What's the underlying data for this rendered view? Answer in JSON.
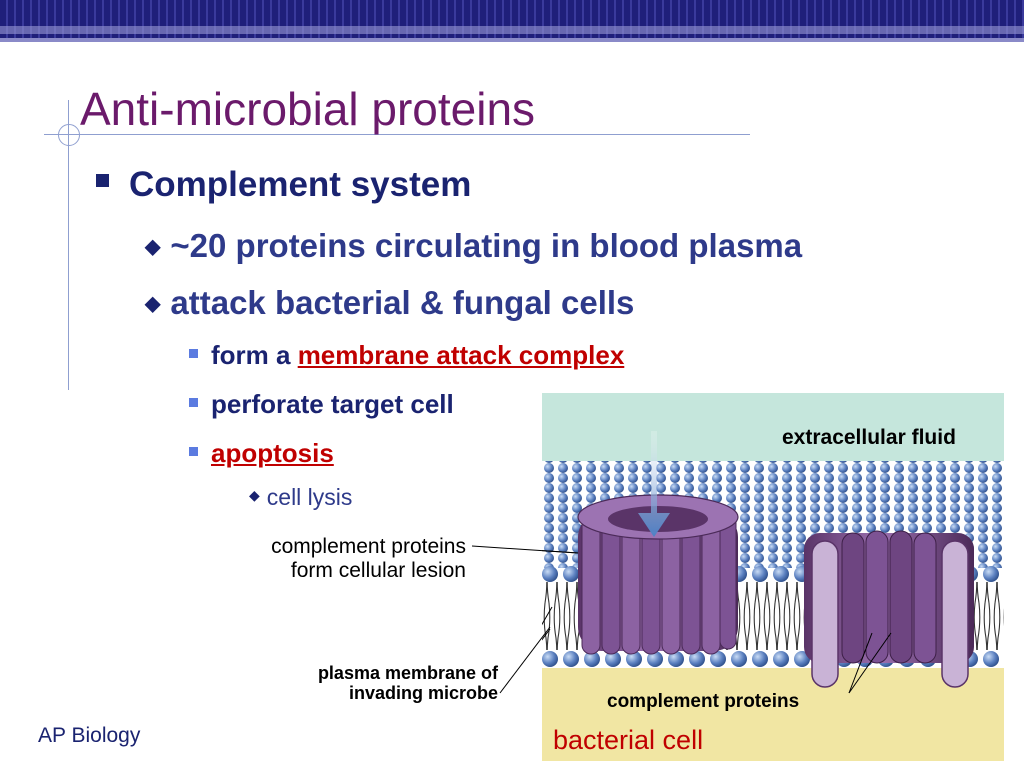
{
  "slide": {
    "title": "Anti-microbial proteins",
    "bullet1": "Complement system",
    "bullet1_1": "~20 proteins circulating in blood plasma",
    "bullet1_2": "attack bacterial & fungal cells",
    "bullet1_2_1_prefix": "form a ",
    "bullet1_2_1_link": "membrane attack complex",
    "bullet1_2_2": "perforate target cell",
    "bullet1_2_3_link": "apoptosis",
    "bullet1_2_3_1": "cell lysis",
    "footer": "AP Biology"
  },
  "figure": {
    "label_extracellular": "extracellular fluid",
    "label_lesion_line1": "complement proteins",
    "label_lesion_line2": "form cellular lesion",
    "label_membrane_line1": "plasma membrane of",
    "label_membrane_line2": "invading microbe",
    "label_complement": "complement proteins",
    "label_bacterial": "bacterial cell"
  },
  "colors": {
    "title": "#6b1a6b",
    "text": "#1a2370",
    "link": "#c00000",
    "extracellular": "#c5e6dc",
    "cytoplasm": "#f1e6a3",
    "protein": "#7a4f8c",
    "lipid_head": "#4f74b0"
  }
}
